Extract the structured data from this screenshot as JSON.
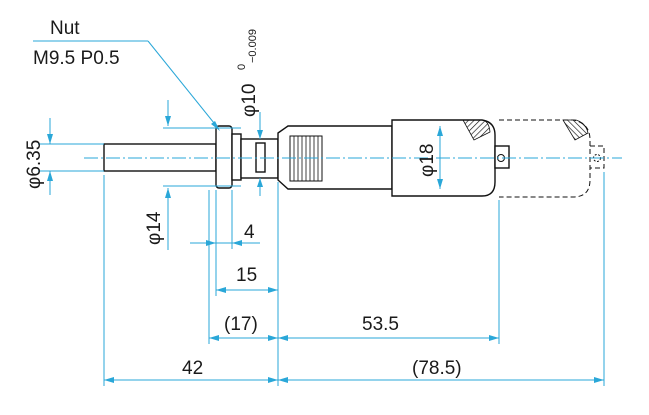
{
  "labels": {
    "nut_title": "Nut",
    "nut_thread": "M9.5 P0.5",
    "spindle_dia": "φ6.35",
    "sleeve_dia": "φ10",
    "sleeve_tol_upper": "0",
    "sleeve_tol_lower": "−0.009",
    "nut_dia": "φ14",
    "thimble_dia": "φ18",
    "dim_nut_width": "4",
    "dim_sleeve_len": "15",
    "dim_ref_17": "(17)",
    "dim_travel": "53.5",
    "dim_spindle_len": "42",
    "dim_ref_78_5": "(78.5)"
  },
  "colors": {
    "dimension_line": "#2aa7d8",
    "outline": "#111111",
    "text": "#1a1a1a"
  }
}
